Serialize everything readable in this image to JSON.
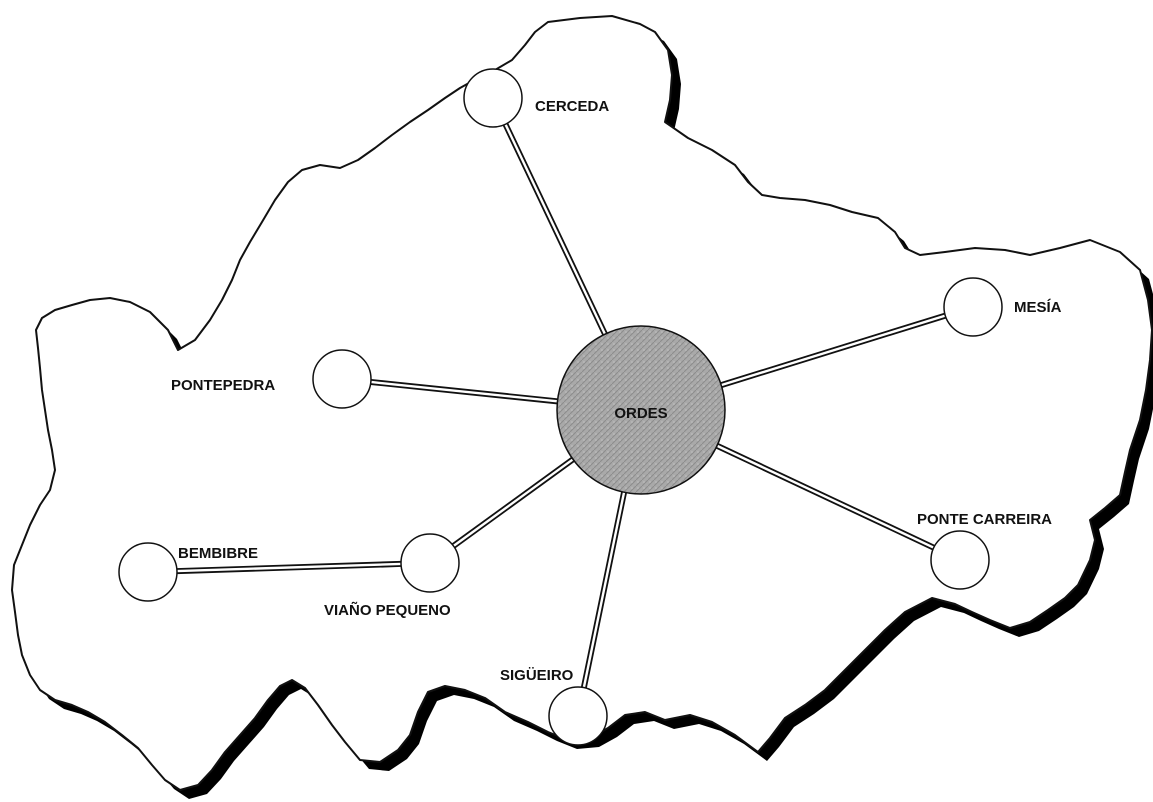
{
  "map": {
    "colors": {
      "background": "#ffffff",
      "land": "#ffffff",
      "border": "#111111",
      "shadow": "#000000",
      "hub_fill": "#a9a9a9",
      "node_fill": "#ffffff"
    },
    "hub": {
      "id": "ordes",
      "label": "ORDES"
    },
    "towns": [
      {
        "id": "cerceda",
        "label": "CERCEDA"
      },
      {
        "id": "mesia",
        "label": "MESÍA"
      },
      {
        "id": "pontepedra",
        "label": "PONTEPEDRA"
      },
      {
        "id": "bembibre",
        "label": "BEMBIBRE"
      },
      {
        "id": "viano-pequeno",
        "label": "VIAÑO PEQUENO"
      },
      {
        "id": "ponte-carreira",
        "label": "PONTE CARREIRA"
      },
      {
        "id": "sigueiro",
        "label": "SIGÜEIRO"
      }
    ],
    "connections": [
      [
        "ordes",
        "cerceda"
      ],
      [
        "ordes",
        "mesia"
      ],
      [
        "ordes",
        "pontepedra"
      ],
      [
        "ordes",
        "viano-pequeno"
      ],
      [
        "ordes",
        "ponte-carreira"
      ],
      [
        "ordes",
        "sigueiro"
      ],
      [
        "viano-pequeno",
        "bembibre"
      ]
    ]
  }
}
